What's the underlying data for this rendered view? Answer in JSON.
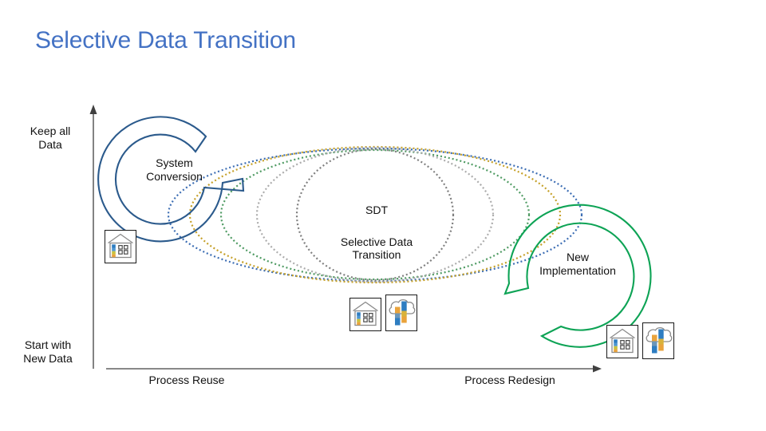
{
  "slide": {
    "title": "Selective Data Transition"
  },
  "axes": {
    "y_top_label": "Keep all\nData",
    "y_bottom_label": "Start with\nNew Data",
    "x_left_label": "Process Reuse",
    "x_right_label": "Process Redesign"
  },
  "regions": {
    "system_conversion": {
      "label": "System\nConversion"
    },
    "sdt": {
      "abbr": "SDT",
      "label": "Selective Data\nTransition"
    },
    "new_implementation": {
      "label": "New\nImplementation"
    }
  },
  "icons": {
    "system_conversion": [
      "on-premise-building-icon"
    ],
    "sdt_center": [
      "on-premise-building-icon",
      "cloud-system-icon"
    ],
    "new_implementation": [
      "on-premise-building-icon",
      "cloud-system-icon"
    ]
  },
  "colors": {
    "title": "#4472C4",
    "text": "#111111",
    "axis": "#404040",
    "swoosh_blue": "#2B5A8C",
    "swoosh_green": "#0DA355",
    "ellipse_blue": "#3D6EB4",
    "ellipse_yellow": "#C5A028",
    "ellipse_green": "#4F9B63",
    "ellipse_lightgray": "#ACACAC",
    "ellipse_darkgray": "#7F7F7F",
    "icon_border": "#1A1A1A",
    "icon_outline": "#8A8A8A",
    "bar_blue": "#2E7DC1",
    "bar_blue2": "#4E97D2",
    "bar_olive": "#C9C23E",
    "bar_orange": "#E9A33C",
    "bar_steel": "#6C96B8",
    "bar_yellow": "#D9B23A"
  }
}
